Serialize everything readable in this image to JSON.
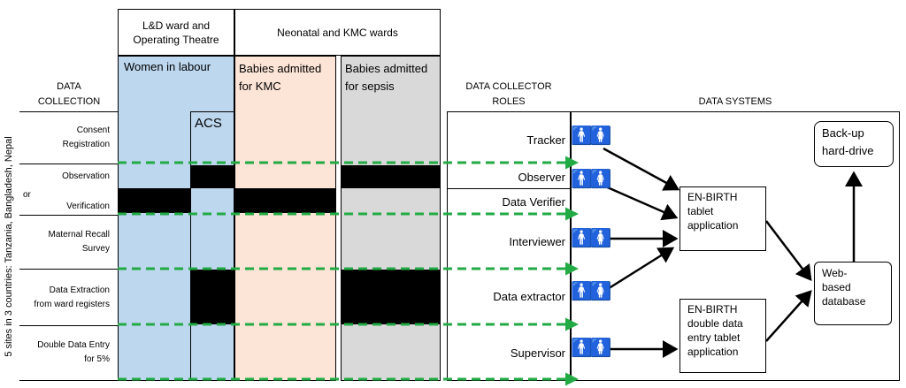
{
  "left": {
    "heading_line1": "DATA",
    "heading_line2": "COLLECTION",
    "side_label": "5 sites in 3 countries: Tanzania, Bangladesh, Nepal",
    "rows": [
      {
        "line1": "Consent",
        "line2": "Registration"
      },
      {
        "line1": "Observation",
        "line2": ""
      },
      {
        "line1": "Verification",
        "line2": ""
      },
      {
        "line1": "Maternal Recall",
        "line2": "Survey"
      },
      {
        "line1": "Data Extraction",
        "line2": "from ward registers"
      },
      {
        "line1": "Double Data Entry",
        "line2": "for 5%"
      }
    ],
    "or_label": "or"
  },
  "wards": {
    "ld_title_line1": "L&D ward and",
    "ld_title_line2": "Operating Theatre",
    "neo_title": "Neonatal and KMC wards",
    "women_label": "Women in labour",
    "acs_label": "ACS",
    "kmc_label_line1": "Babies admitted",
    "kmc_label_line2": "for KMC",
    "sepsis_label_line1": "Babies admitted",
    "sepsis_label_line2": "for sepsis"
  },
  "roles": {
    "heading_line1": "DATA COLLECTOR",
    "heading_line2": "ROLES",
    "items": [
      "Tracker",
      "Observer",
      "Data Verifier",
      "Interviewer",
      "Data extractor",
      "Supervisor"
    ]
  },
  "systems": {
    "heading": "DATA SYSTEMS",
    "backup_line1": "Back-up",
    "backup_line2": "hard-drive",
    "tablet_line1": "EN-BIRTH",
    "tablet_line2": "tablet",
    "tablet_line3": "application",
    "double_line1": "EN-BIRTH",
    "double_line2": "double data",
    "double_line3": "entry tablet",
    "double_line4": "application",
    "web_line1": "Web-",
    "web_line2": "based",
    "web_line3": "database"
  },
  "colors": {
    "women": "#bdd7ee",
    "kmc": "#fce4d6",
    "sepsis": "#d9d9d9",
    "dashed_arrow": "#22aa44"
  }
}
